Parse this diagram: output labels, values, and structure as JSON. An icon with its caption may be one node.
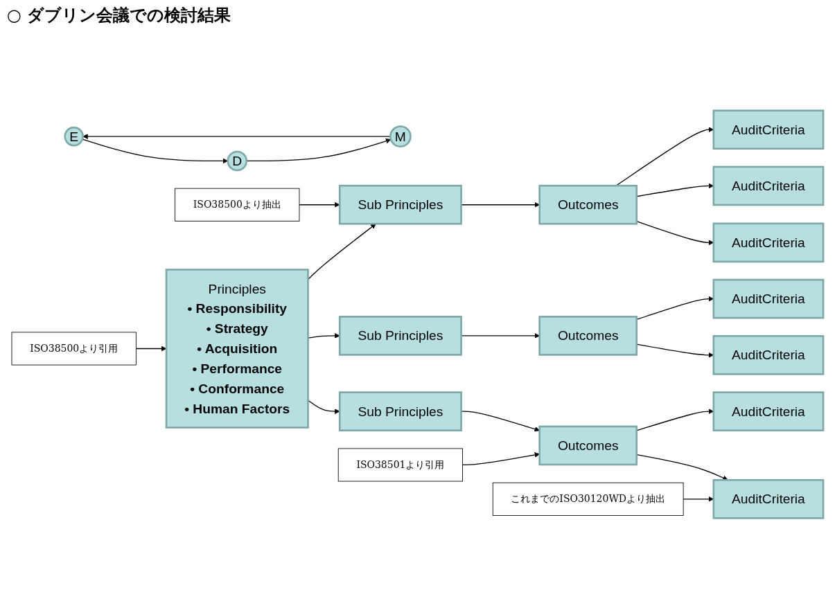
{
  "diagram": {
    "title": "○ ダブリン会議での検討結果",
    "nodes": [
      {
        "text": [
          "Principles",
          "• Responsibility",
          "• Strategy",
          "• Acquisition",
          "• Performance",
          "• Conformance",
          "• Human Factors"
        ]
      },
      {
        "text": [
          "E"
        ]
      },
      {
        "text": [
          "D"
        ]
      },
      {
        "text": [
          "M"
        ]
      },
      {
        "text": [
          "Sub Principles"
        ]
      },
      {
        "text": [
          "Outcomes"
        ]
      },
      {
        "text": [
          "AuditCriteria"
        ]
      },
      {
        "text": [
          "AuditCriteria"
        ]
      },
      {
        "text": [
          "Sub Principles"
        ]
      },
      {
        "text": [
          "Outcomes"
        ]
      },
      {
        "text": [
          "AuditCriteria"
        ]
      },
      {
        "text": [
          "AuditCriteria"
        ]
      },
      {
        "text": [
          "Sub Principles"
        ]
      },
      {
        "text": [
          "Outcomes"
        ]
      },
      {
        "text": [
          "AuditCriteria"
        ]
      },
      {
        "text": [
          "AuditCriteria"
        ]
      },
      {
        "text": [
          "AuditCriteria"
        ]
      },
      {
        "text": [
          "これまでのISO30120WDより抽出"
        ]
      },
      {
        "text": [
          "ISO38501より引用"
        ]
      },
      {
        "text": [
          "ISO38500より引用"
        ]
      },
      {
        "text": [
          "ISO38500より抽出"
        ]
      }
    ],
    "edges": [
      {
        "from": 1,
        "to": 2,
        "arrow": "to"
      },
      {
        "from": 2,
        "to": 3,
        "arrow": "to"
      },
      {
        "from": 3,
        "to": 1,
        "arrow": "to"
      },
      {
        "from": 0,
        "to": 4,
        "arrow": "to"
      },
      {
        "from": 0,
        "to": 8,
        "arrow": "to"
      },
      {
        "from": 0,
        "to": 12,
        "arrow": "to"
      },
      {
        "from": 4,
        "to": 5,
        "arrow": "to"
      },
      {
        "from": 5,
        "to": 6,
        "arrow": "to"
      },
      {
        "from": 5,
        "to": 7,
        "arrow": "to"
      },
      {
        "from": 8,
        "to": 9,
        "arrow": "to"
      },
      {
        "from": 9,
        "to": 10,
        "arrow": "to"
      },
      {
        "from": 9,
        "to": 11,
        "arrow": "to"
      },
      {
        "from": 12,
        "to": 13,
        "arrow": "to"
      },
      {
        "from": 13,
        "to": 14,
        "arrow": "to"
      },
      {
        "from": 13,
        "to": 15,
        "arrow": "to"
      },
      {
        "from": 13,
        "to": 16,
        "arrow": "to"
      },
      {
        "from": 17,
        "to": 6,
        "arrow": "to"
      },
      {
        "from": 18,
        "to": 5,
        "arrow": "to"
      },
      {
        "from": 19,
        "to": 0,
        "arrow": "to"
      },
      {
        "from": 20,
        "to": 12,
        "arrow": "to"
      }
    ]
  }
}
